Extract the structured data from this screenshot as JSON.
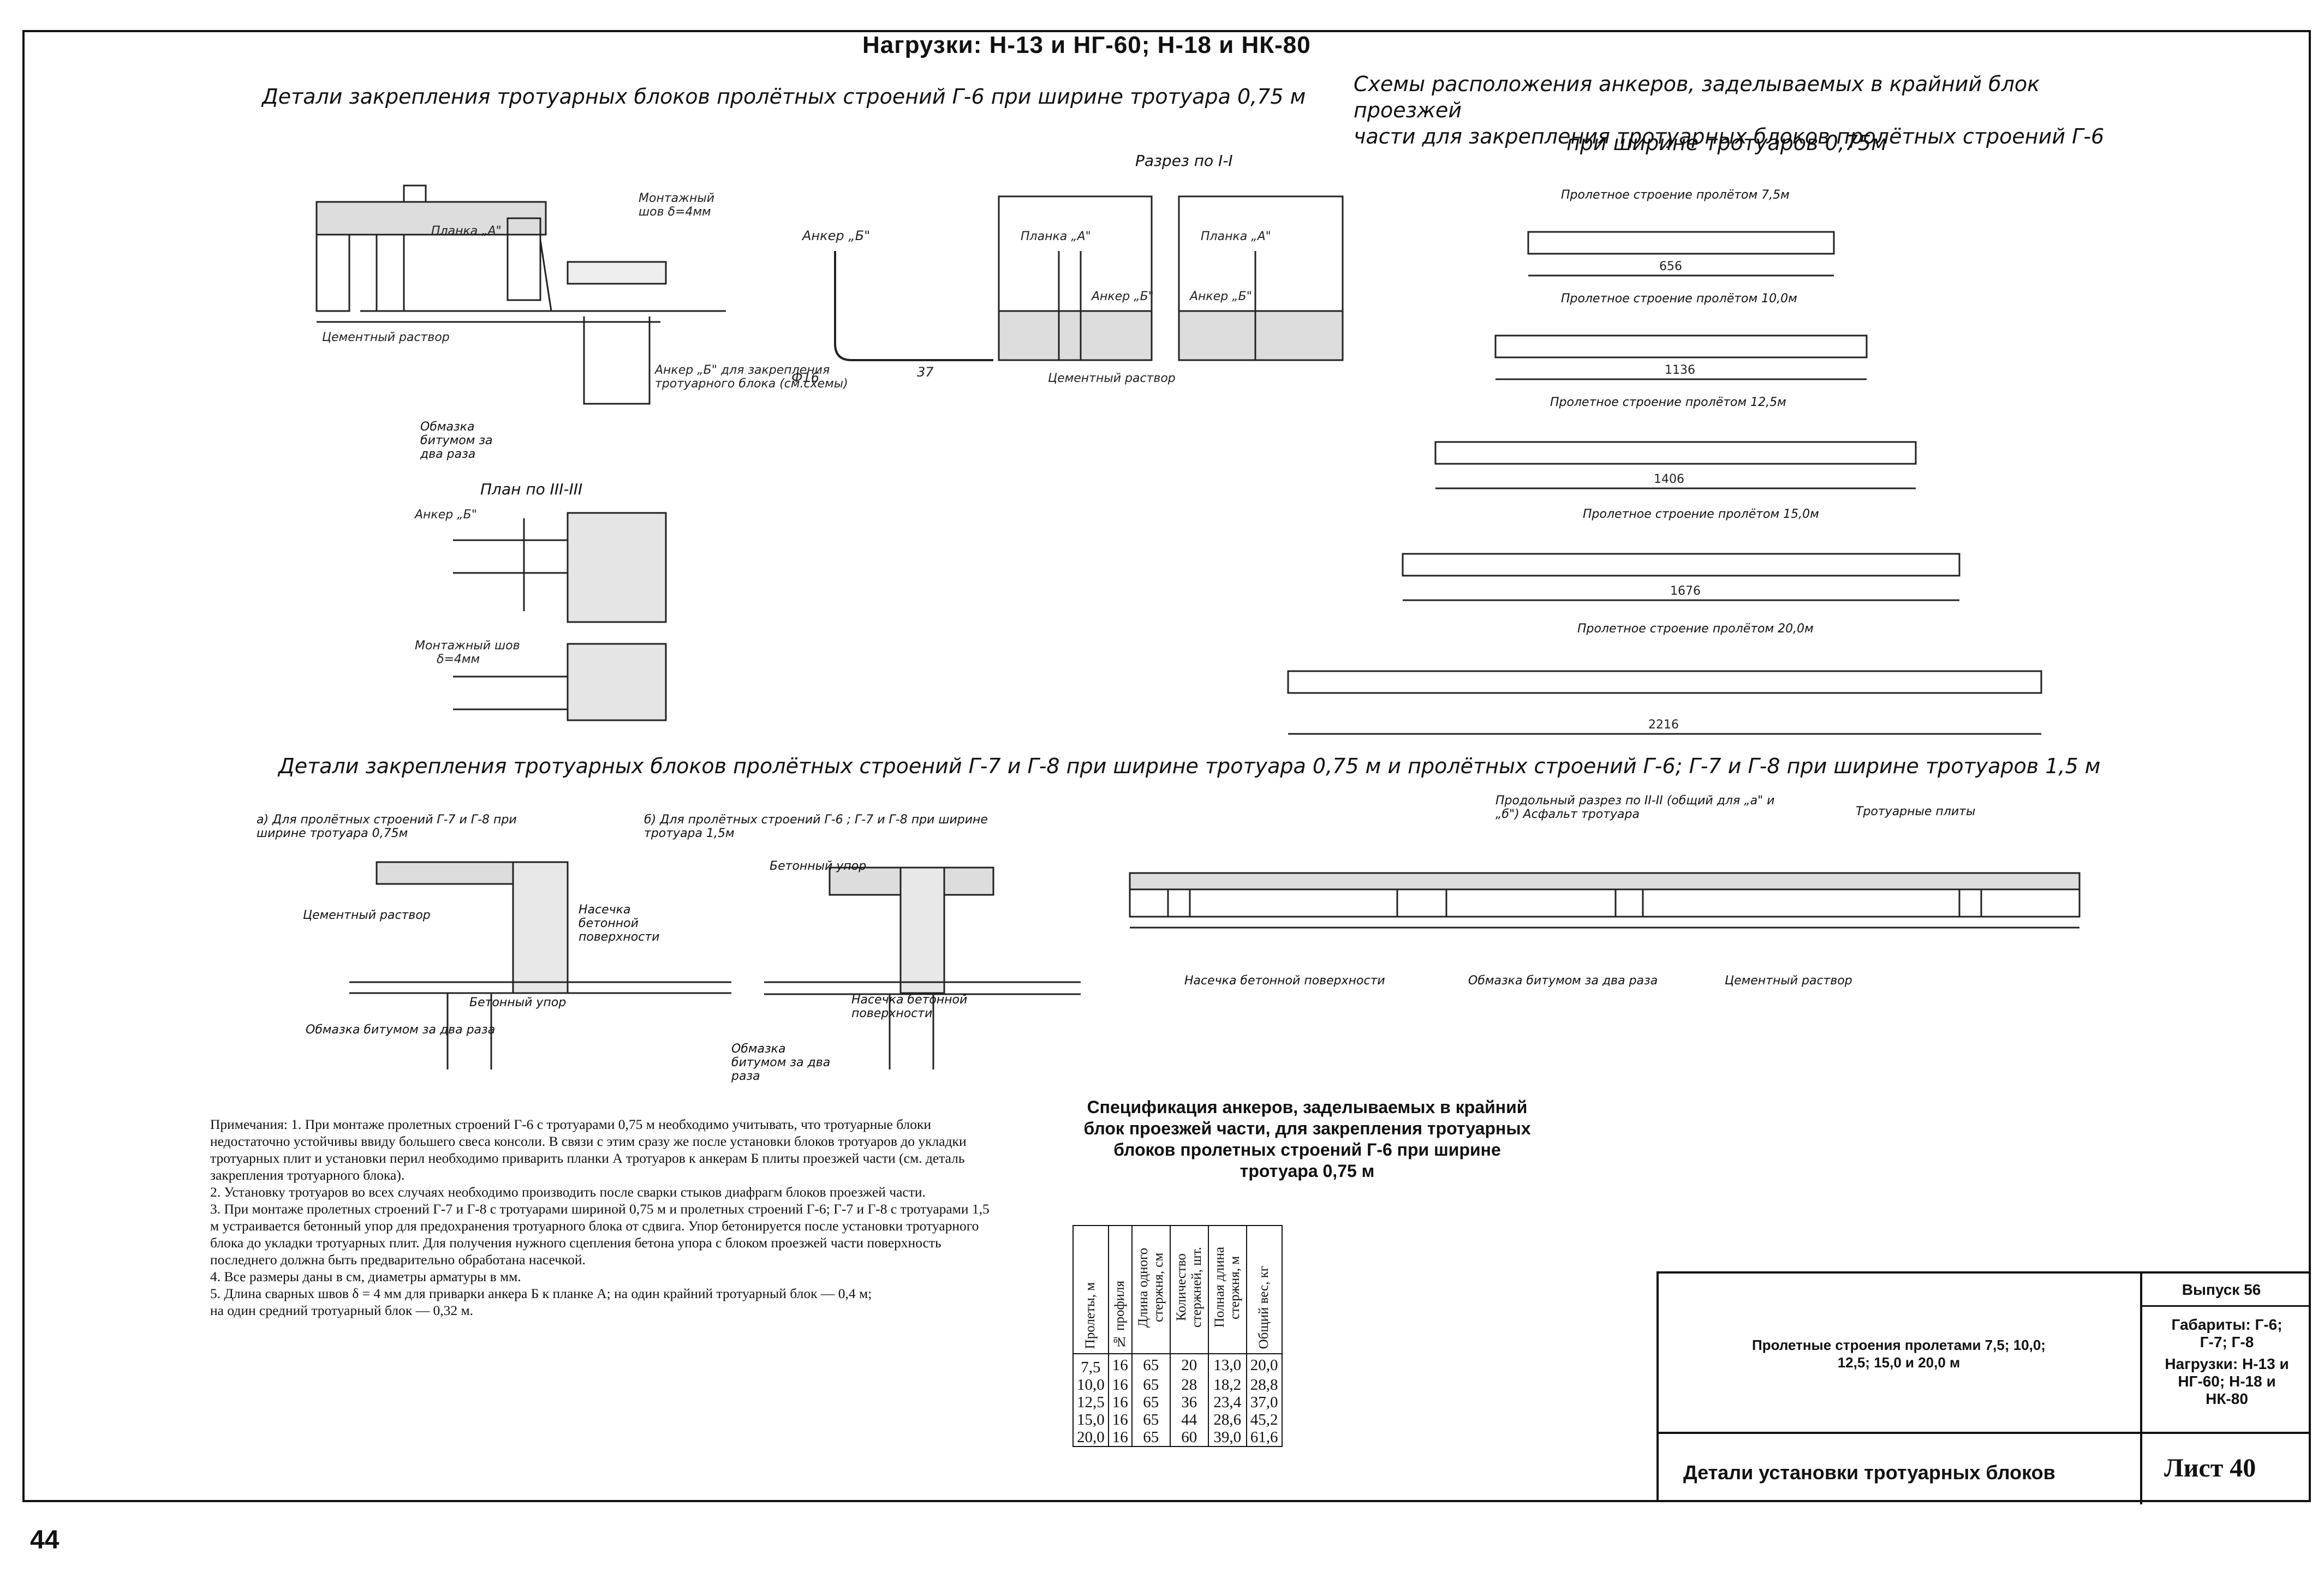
{
  "header": {
    "title": "Нагрузки:  Н-13   и   НГ-60; Н-18 и НК-80"
  },
  "section1": {
    "title": "Детали закрепления тротуарных блоков пролётных строений Г-6 при ширине тротуара 0,75 м",
    "labels": {
      "montage_seam": "Монтажный шов δ=4мм",
      "planka": "Планка „А\"",
      "cement": "Цементный раствор",
      "bitumen": "Обмазка битумом за два раза",
      "anchor_b": "Анкер „Б\" для закрепления тротуарного блока (см.схемы)",
      "anchor_b2": "Анкер „Б\"",
      "section_I": "Разрез по I-I",
      "plan": "План по III-III",
      "anchor_b3": "Анкер „Б\"",
      "montage_seam2": "Монтажный шов δ=4мм"
    }
  },
  "section2": {
    "title_line1": "Схемы расположения анкеров, заделываемых в крайний блок проезжей",
    "title_line2": "части для закрепления тротуарных блоков пролётных строений  Г-6",
    "title_line3": "при ширине тротуаров 0,75м",
    "schemes": [
      {
        "label": "Пролетное строение пролётом 7,5м",
        "total": "656"
      },
      {
        "label": "Пролетное строение пролётом 10,0м",
        "total": "1136"
      },
      {
        "label": "Пролетное строение пролётом 12,5м",
        "total": "1406"
      },
      {
        "label": "Пролетное строение пролётом 15,0м",
        "total": "1676"
      },
      {
        "label": "Пролетное строение пролётом 20,0м",
        "total": "2216"
      }
    ]
  },
  "section3": {
    "title": "Детали закрепления тротуарных блоков пролётных строений Г-7 и Г-8 при ширине тротуара 0,75 м и пролётных строений Г-6; Г-7 и Г-8 при ширине тротуаров 1,5 м",
    "a_caption": "а) Для пролётных строений Г-7 и Г-8 при ширине тротуара 0,75м",
    "b_caption": "б) Для пролётных строений Г-6 ; Г-7 и Г-8 при ширине тротуара 1,5м",
    "long_section": "Продольный разрез по II-II (общий для „а\" и „б\") Асфальт тротуара",
    "sidewalk_plates": "Тротуарные плиты",
    "labels": {
      "cement": "Цементный раствор",
      "notch": "Насечка бетонной поверхности",
      "concrete_stop": "Бетонный упор",
      "bitumen": "Обмазка битумом за два раза"
    }
  },
  "notes": [
    "Примечания: 1. При монтаже пролетных строений Г-6 с тротуарами 0,75 м необходимо учитывать, что тротуарные блоки недостаточно устойчивы ввиду большего свеса консоли. В связи с этим сразу же после установки блоков тротуаров до укладки тротуарных плит и установки перил необходимо приварить планки А тротуаров к анкерам Б плиты проезжей части (см. деталь закрепления тротуарного блока).",
    "2. Установку тротуаров во всех случаях необходимо производить после сварки стыков диафрагм блоков проезжей части.",
    "3. При монтаже пролетных строений Г-7 и Г-8 с тротуарами шириной 0,75 м и пролетных строений Г-6; Г-7 и Г-8 с тротуарами 1,5 м устраивается бетонный упор для предохранения тротуарного блока от сдвига. Упор бетонируется после установки тротуарного блока до укладки тротуарных плит. Для получения нужного сцепления бетона упора с блоком проезжей части поверхность последнего должна быть предварительно обработана насечкой.",
    "4. Все размеры даны в см, диаметры арматуры в мм.",
    "5. Длина сварных швов δ = 4 мм для приварки анкера Б к планке А; на один крайний тротуарный блок — 0,4 м;",
    "на один средний тротуарный блок — 0,32 м."
  ],
  "spec": {
    "title": "Спецификация анкеров, заделываемых в крайний блок проезжей части, для закрепления тротуарных блоков пролетных строений Г-6 при ширине тротуара 0,75 м",
    "headers": [
      "Пролеты, м",
      "№ профиля",
      "Длина одного стержня, см",
      "Количество стержней, шт.",
      "Полная длина стержня, м",
      "Общий вес, кг"
    ],
    "rows": [
      [
        "7,5",
        "16",
        "65",
        "20",
        "13,0",
        "20,0"
      ],
      [
        "10,0",
        "16",
        "65",
        "28",
        "18,2",
        "28,8"
      ],
      [
        "12,5",
        "16",
        "65",
        "36",
        "23,4",
        "37,0"
      ],
      [
        "15,0",
        "16",
        "65",
        "44",
        "28,6",
        "45,2"
      ],
      [
        "20,0",
        "16",
        "65",
        "60",
        "39,0",
        "61,6"
      ]
    ]
  },
  "titleblock": {
    "issue": "Выпуск 56",
    "gabarity": "Габариты: Г-6; Г-7; Г-8",
    "loads": "Нагрузки: Н-13 и НГ-60; Н-18 и НК-80",
    "spans": "Пролетные строения пролетами 7,5; 10,0; 12,5; 15,0 и 20,0 м",
    "name": "Детали установки тротуарных блоков",
    "sheet": "Лист 40"
  },
  "page_number": "44"
}
